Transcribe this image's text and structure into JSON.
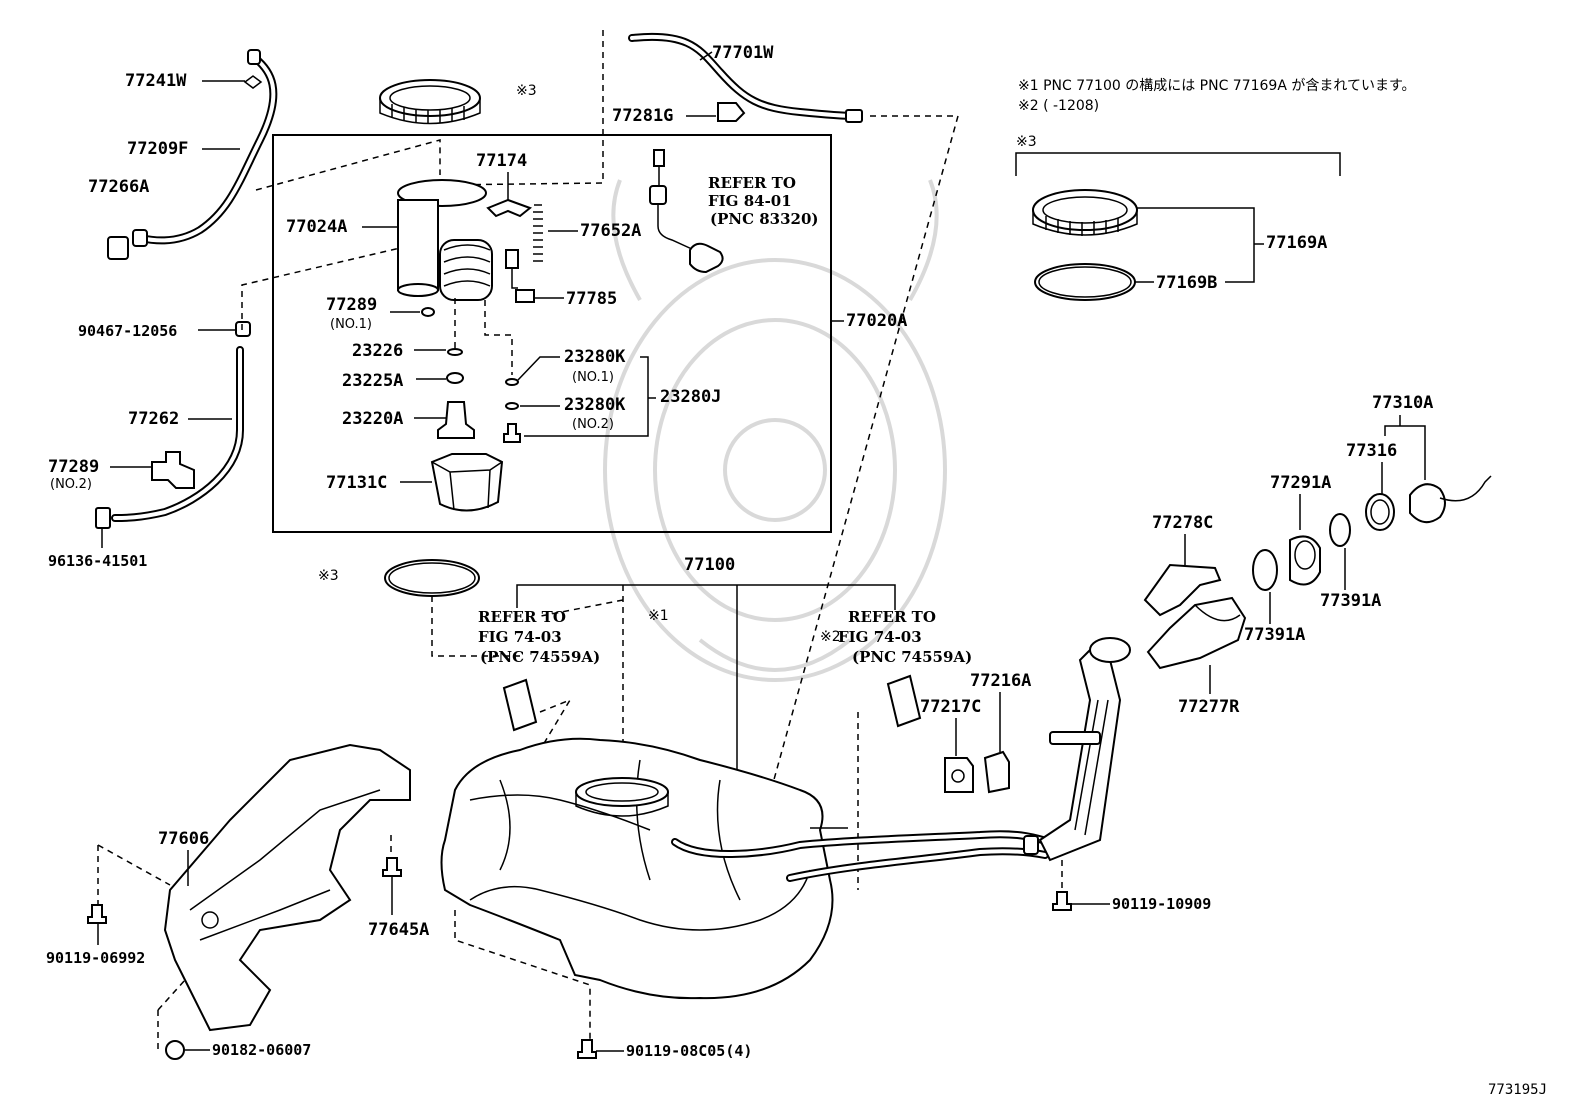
{
  "diagram_id": "773195J",
  "notes": {
    "note1": "※1 PNC 77100 の構成には PNC 77169A が含まれています。",
    "note2": "※2 (      -1208)",
    "note3": "※3"
  },
  "marks": {
    "m1": "※1",
    "m2": "※2",
    "m3": "※3"
  },
  "refs": {
    "fig84_line1": "REFER TO",
    "fig84_line2": "FIG 84-01",
    "fig84_line3": "(PNC 83320)",
    "fig74a_line1": "REFER TO",
    "fig74a_line2": "FIG 74-03",
    "fig74a_line3": "(PNC 74559A)",
    "fig74b_line1": "REFER TO",
    "fig74b_line2": "FIG 74-03",
    "fig74b_line3": "(PNC 74559A)"
  },
  "parts": {
    "p77241W": "77241W",
    "p77209F": "77209F",
    "p77266A": "77266A",
    "p90467": "90467-12056",
    "p77262": "77262",
    "p77289_2": "77289",
    "p77289_2_sub": "(NO.2)",
    "p96136": "96136-41501",
    "p77701W": "77701W",
    "p77281G": "77281G",
    "p77174": "77174",
    "p77024A": "77024A",
    "p77652A": "77652A",
    "p77785": "77785",
    "p77289_1": "77289",
    "p77289_1_sub": "(NO.1)",
    "p23226": "23226",
    "p23225A": "23225A",
    "p23220A": "23220A",
    "p23280K_1": "23280K",
    "p23280K_1_sub": "(NO.1)",
    "p23280K_2": "23280K",
    "p23280K_2_sub": "(NO.2)",
    "p23280J": "23280J",
    "p77131C": "77131C",
    "p77020A": "77020A",
    "p77169A": "77169A",
    "p77169B": "77169B",
    "p77100": "77100",
    "p77310A": "77310A",
    "p77316": "77316",
    "p77291A": "77291A",
    "p77278C": "77278C",
    "p77391A_1": "77391A",
    "p77391A_2": "77391A",
    "p77277R": "77277R",
    "p77216A": "77216A",
    "p77217C": "77217C",
    "p77606": "77606",
    "p77645A": "77645A",
    "p90119_06992": "90119-06992",
    "p90182": "90182-06007",
    "p90119_08C05": "90119-08C05(4)",
    "p90119_10909": "90119-10909"
  }
}
